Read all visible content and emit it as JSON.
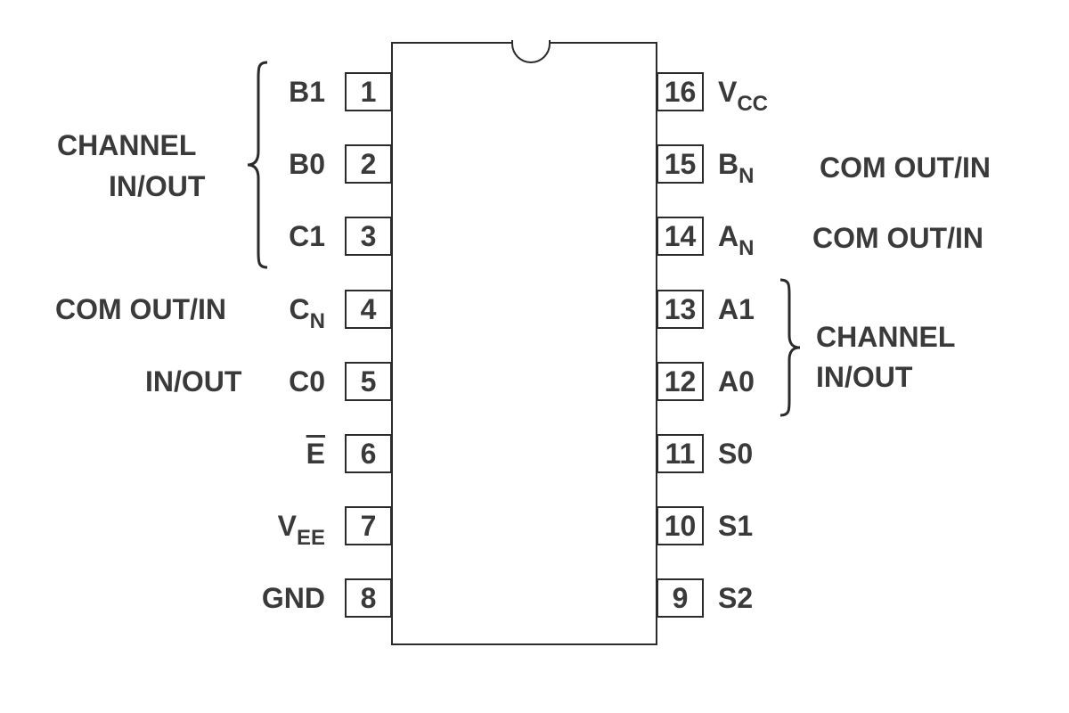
{
  "left_pins": [
    {
      "num": "1",
      "signal": "B1",
      "sub": ""
    },
    {
      "num": "2",
      "signal": "B0",
      "sub": ""
    },
    {
      "num": "3",
      "signal": "C1",
      "sub": ""
    },
    {
      "num": "4",
      "signal": "C",
      "sub": "N"
    },
    {
      "num": "5",
      "signal": "C0",
      "sub": ""
    },
    {
      "num": "6",
      "signal": "E",
      "sub": ""
    },
    {
      "num": "7",
      "signal": "V",
      "sub": "EE"
    },
    {
      "num": "8",
      "signal": "GND",
      "sub": ""
    }
  ],
  "right_pins": [
    {
      "num": "16",
      "signal": "V",
      "sub": "CC"
    },
    {
      "num": "15",
      "signal": "B",
      "sub": "N"
    },
    {
      "num": "14",
      "signal": "A",
      "sub": "N"
    },
    {
      "num": "13",
      "signal": "A1",
      "sub": ""
    },
    {
      "num": "12",
      "signal": "A0",
      "sub": ""
    },
    {
      "num": "11",
      "signal": "S0",
      "sub": ""
    },
    {
      "num": "10",
      "signal": "S1",
      "sub": ""
    },
    {
      "num": "9",
      "signal": "S2",
      "sub": ""
    }
  ],
  "labels": {
    "left_group_line1": "CHANNEL",
    "left_group_line2": "IN/OUT",
    "right_group_line1": "CHANNEL",
    "right_group_line2": "IN/OUT",
    "pin4_desc": "COM OUT/IN",
    "pin5_desc": "IN/OUT",
    "pin15_desc": "COM OUT/IN",
    "pin14_desc": "COM OUT/IN"
  }
}
